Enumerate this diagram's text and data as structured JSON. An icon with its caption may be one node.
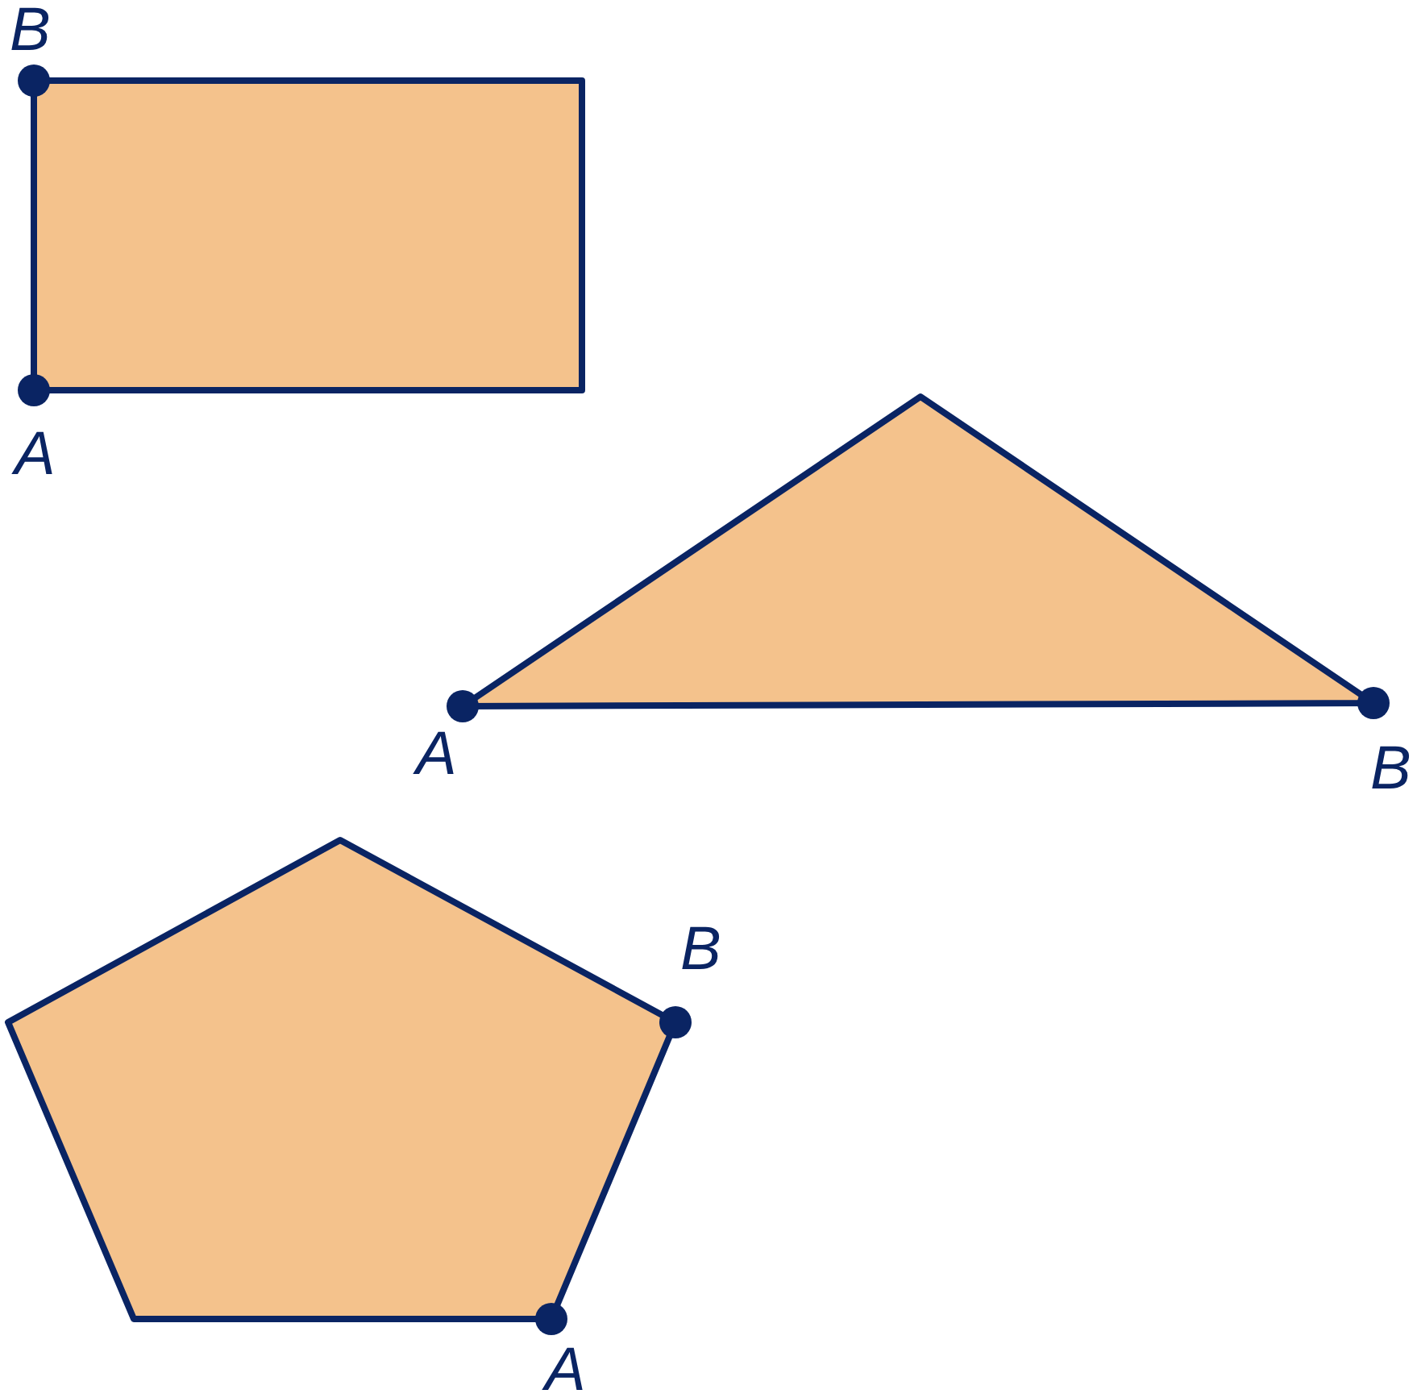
{
  "diagram": {
    "nodes": [
      {
        "text": [],
        "shape": "box",
        "beside": [
          "B",
          "A"
        ]
      },
      {
        "text": [],
        "shape": "triangle",
        "beside": [
          "A",
          "B"
        ]
      },
      {
        "text": [],
        "shape": "pentagon",
        "beside": [
          "B",
          "A"
        ]
      }
    ]
  }
}
